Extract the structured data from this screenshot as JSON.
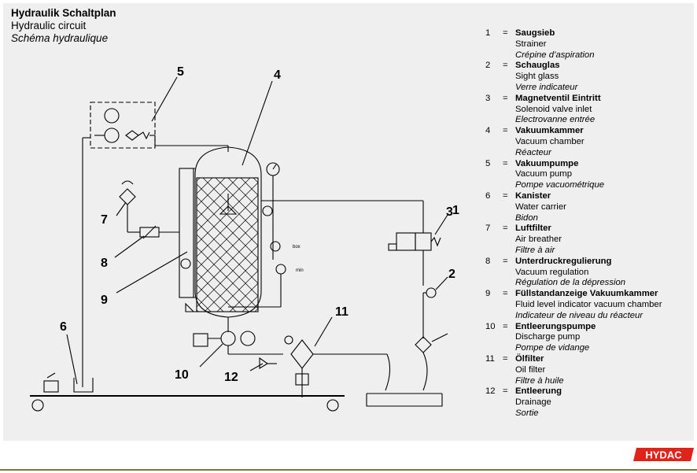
{
  "title": {
    "de": "Hydraulik Schaltplan",
    "en": "Hydraulic circuit",
    "fr": "Schéma hydraulique"
  },
  "callouts": [
    "1",
    "2",
    "3",
    "4",
    "5",
    "6",
    "7",
    "8",
    "9",
    "10",
    "11",
    "12"
  ],
  "labels": {
    "box": "box",
    "min": "min"
  },
  "legend": [
    {
      "num": "1",
      "eq": "=",
      "de": "Saugsieb",
      "en": "Strainer",
      "fr": "Crépine d’aspiration"
    },
    {
      "num": "2",
      "eq": "=",
      "de": "Schauglas",
      "en": "Sight glass",
      "fr": "Verre indicateur"
    },
    {
      "num": "3",
      "eq": "=",
      "de": "Magnetventil Eintritt",
      "en": "Solenoid valve inlet",
      "fr": "Electrovanne entrée"
    },
    {
      "num": "4",
      "eq": "=",
      "de": "Vakuumkammer",
      "en": "Vacuum chamber",
      "fr": "Réacteur"
    },
    {
      "num": "5",
      "eq": "=",
      "de": "Vakuumpumpe",
      "en": "Vacuum pump",
      "fr": "Pompe vacuométrique"
    },
    {
      "num": "6",
      "eq": "=",
      "de": "Kanister",
      "en": "Water carrier",
      "fr": "Bidon"
    },
    {
      "num": "7",
      "eq": "=",
      "de": "Luftfilter",
      "en": "Air breather",
      "fr": "Filtre à air"
    },
    {
      "num": "8",
      "eq": "=",
      "de": "Unterdruckregulierung",
      "en": "Vacuum regulation",
      "fr": "Régulation de la dépression"
    },
    {
      "num": "9",
      "eq": "=",
      "de": "Füllstandanzeige Vakuumkammer",
      "en": "Fluid level indicator vacuum chamber",
      "fr": "Indicateur de niveau du réacteur"
    },
    {
      "num": "10",
      "eq": "=",
      "de": "Entleerungspumpe",
      "en": "Discharge pump",
      "fr": "Pompe de vidange"
    },
    {
      "num": "11",
      "eq": "=",
      "de": "Ölfilter",
      "en": "Oil filter",
      "fr": "Filtre à huile"
    },
    {
      "num": "12",
      "eq": "=",
      "de": "Entleerung",
      "en": "Drainage",
      "fr": "Sortie"
    }
  ],
  "logo": {
    "text": "HYDAC",
    "color": "#e2231a"
  },
  "colors": {
    "panel": "#efefef",
    "footer_line": "#7a7a3a"
  }
}
